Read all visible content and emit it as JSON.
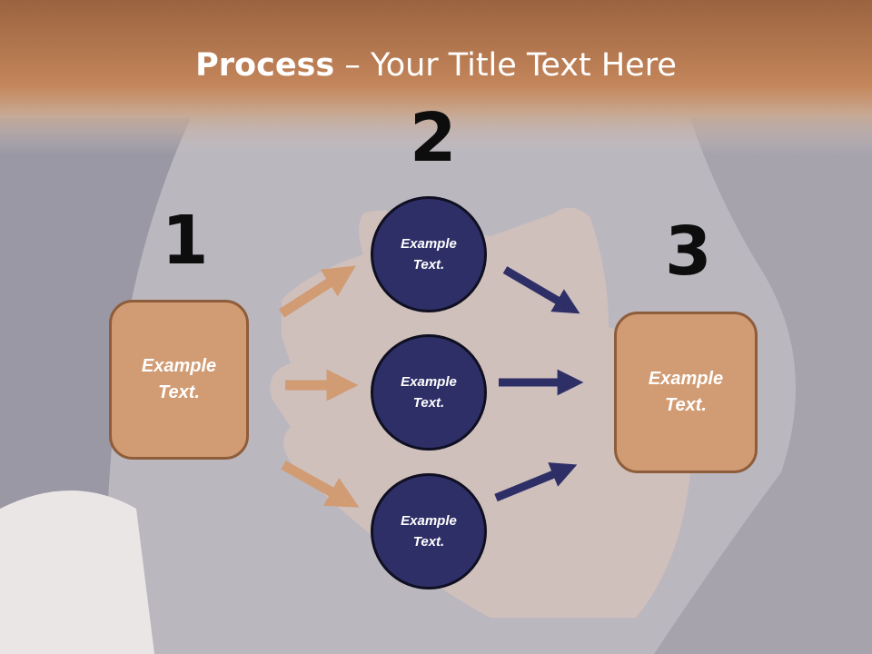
{
  "slide": {
    "title_bold": "Process",
    "title_rest": " – Your Title Text Here"
  },
  "steps": [
    {
      "number": "1",
      "text": "Example\nText."
    },
    {
      "number": "2",
      "items": [
        {
          "text": "Example\nText."
        },
        {
          "text": "Example\nText."
        },
        {
          "text": "Example\nText."
        }
      ]
    },
    {
      "number": "3",
      "text": "Example\nText."
    }
  ],
  "colors": {
    "header": "#c4855a",
    "box_fill": "#d19b73",
    "circle_fill": "#2f2f68",
    "arrow_in": "#d19b73",
    "arrow_out": "#2f2f68"
  }
}
